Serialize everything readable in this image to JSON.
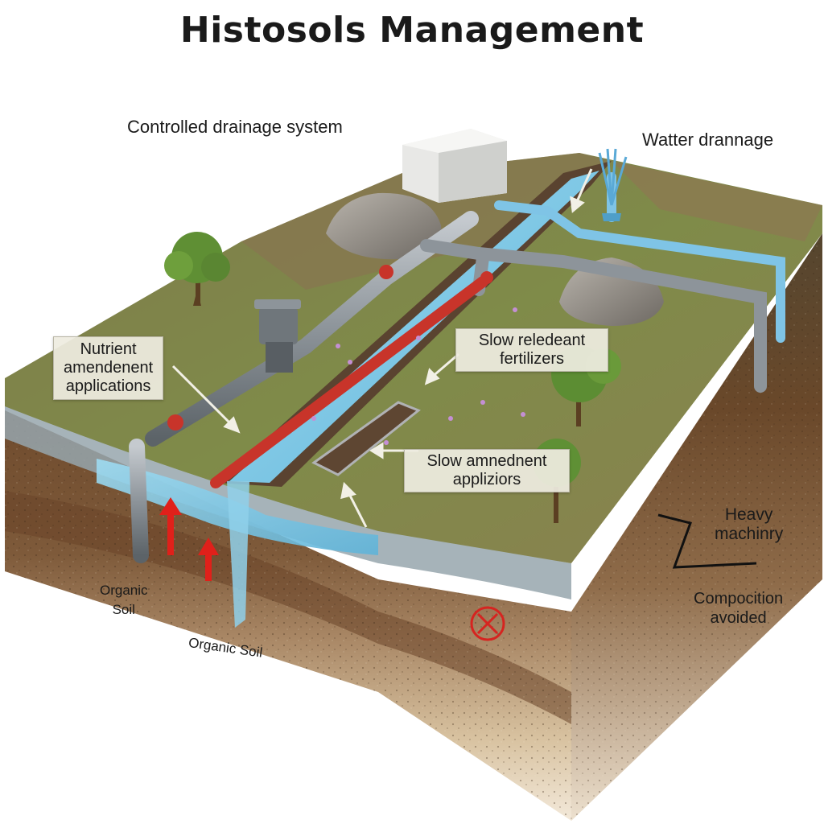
{
  "title": "Histosols Management",
  "labels": {
    "controlled_drainage": "Controlled drainage system",
    "water_drainage": "Watter drannage",
    "nutrient": [
      "Nutrient",
      "amendenent",
      "applications"
    ],
    "slow_fertilizers": [
      "Slow reledeant",
      "fertilizers"
    ],
    "slow_amendment": [
      "Slow amnednent",
      "appliziors"
    ],
    "heavy_machinery": [
      "Heavy",
      "machinry"
    ],
    "compaction_avoided": [
      "Compocition",
      "avoided"
    ],
    "organic_soil_left": [
      "Organic",
      "Soil"
    ],
    "organic_soil_bottom": "Organic Soil"
  },
  "colors": {
    "grass": "#7c8a4a",
    "topsoil": "#6e4a2c",
    "subsoil": "#8c6a4a",
    "sand": "#d9c4a3",
    "water": "#8fd0ea",
    "pipe_grey": "#8c9196",
    "pipe_red": "#c8342a",
    "pipe_blue": "#7fc4e6",
    "arrow_red": "#e0201a"
  },
  "icons": [
    "no-symbol-icon",
    "up-arrow-icon",
    "callout-arrow-icon"
  ]
}
